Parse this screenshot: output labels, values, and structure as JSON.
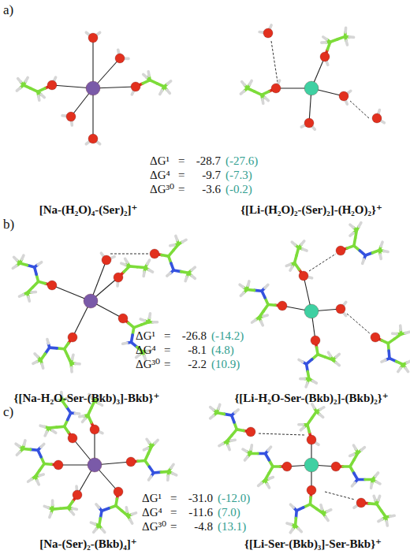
{
  "diagram": {
    "labels": [
      "a)",
      "ΔG¹",
      "=",
      "-28.7",
      "(-27.6)",
      "ΔG⁴",
      "=",
      "-9.7",
      "(-7.3)",
      "ΔG³⁰",
      "=",
      "-3.6",
      "(-0.2)",
      "[Na-(H₂O)₄-(Ser)₂]⁺",
      "{[Li-(H₂O)₂-(Ser)₂]-(H₂O)₂}⁺",
      "b)",
      "ΔG¹",
      "=",
      "-26.8",
      "(-14.2)",
      "ΔG⁴",
      "=",
      "-8.1",
      "(4.8)",
      "ΔG³⁰",
      "=",
      "-2.2",
      "(10.9)",
      "{[Na-H₂O-Ser-(Bkb)₃]-Bkb}⁺",
      "{[Li-H₂O-Ser-(Bkb)₂]-(Bkb)₂}⁺",
      "c)",
      "ΔG¹",
      "=",
      "-31.0",
      "(-12.0)",
      "ΔG⁴",
      "=",
      "-11.6",
      "(7.0)",
      "ΔG³⁰",
      "=",
      "-4.8",
      "(13.1)",
      "[Na-(Ser)₂-(Bkb)₄]⁺",
      "{[Li-Ser-(Bkb)₃]-Ser-Bkb}⁺"
    ]
  }
}
